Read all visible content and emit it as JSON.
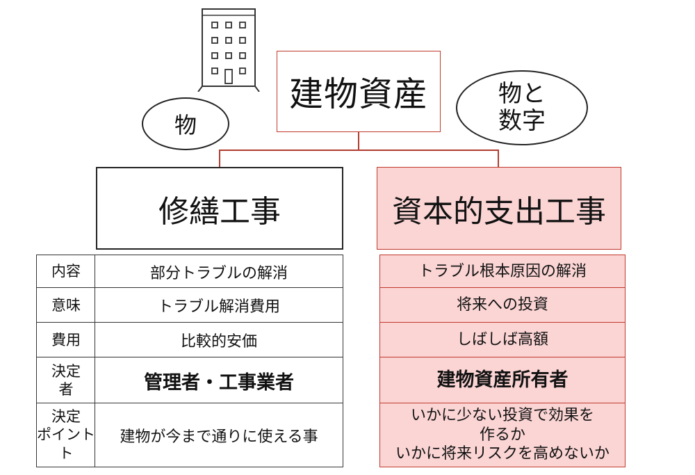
{
  "title": "建物資産",
  "bubbles": {
    "left": "物",
    "right_line1": "物と",
    "right_line2": "数字"
  },
  "categories": {
    "repair": "修繕工事",
    "capital": "資本的支出工事"
  },
  "rows": {
    "naiyou": {
      "label": "内容",
      "repair": "部分トラブルの解消",
      "capital": "トラブル根本原因の解消"
    },
    "imi": {
      "label": "意味",
      "repair": "トラブル解消費用",
      "capital": "将来への投資"
    },
    "hiyou": {
      "label": "費用",
      "repair": "比較的安価",
      "capital": "しばしば高額"
    },
    "ketteisha": {
      "label_line1": "決定",
      "label_line2": "者",
      "repair": "管理者・工事業者",
      "capital": "建物資産所有者"
    },
    "point": {
      "label_line1": "決定",
      "label_line2": "ポイント",
      "label_line3": "ト",
      "repair": "建物が今まで通りに使える事",
      "capital_line1": "いかに少ない投資で効果を",
      "capital_line2": "作るか",
      "capital_line3": "いかに将来リスクを高めないか"
    }
  },
  "colors": {
    "accent_border": "#c0392b",
    "accent_fill": "#fbd4d4"
  },
  "icons": {
    "building": "building-icon"
  }
}
